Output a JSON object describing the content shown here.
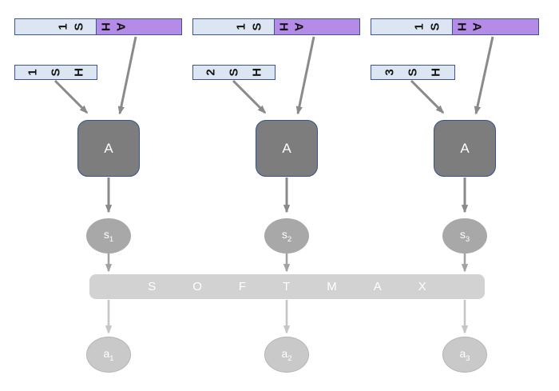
{
  "colors": {
    "background": "#ffffff",
    "bar_light_fill": "#dce6f3",
    "bar_purple_fill": "#b48ce8",
    "bar_border": "#3d5396",
    "bar_text": "#141414",
    "attention_fill": "#7d7d7d",
    "attention_border": "#35518f",
    "attention_text": "#ffffff",
    "score_fill": "#a8a8a8",
    "softmax_fill": "#d2d2d2",
    "softmax_text": "#ffffff",
    "weight_fill": "#c9c9c9",
    "weight_border": "#b5b5b5",
    "arrow_dark": "#8a8a8a",
    "arrow_mid": "#a2a2a2",
    "arrow_light": "#c5c5c5"
  },
  "columns": [
    {
      "top_bar": {
        "light_chars": [
          "1",
          "S"
        ],
        "purple_chars": [
          "H",
          "A"
        ]
      },
      "context_bar": {
        "chars": [
          "1",
          "S",
          "H"
        ]
      },
      "attention_label": "A",
      "score": {
        "base": "s",
        "sub": "1"
      },
      "weight": {
        "base": "a",
        "sub": "1"
      }
    },
    {
      "top_bar": {
        "light_chars": [
          "1",
          "S"
        ],
        "purple_chars": [
          "H",
          "A"
        ]
      },
      "context_bar": {
        "chars": [
          "2",
          "S",
          "H"
        ]
      },
      "attention_label": "A",
      "score": {
        "base": "s",
        "sub": "2"
      },
      "weight": {
        "base": "a",
        "sub": "2"
      }
    },
    {
      "top_bar": {
        "light_chars": [
          "1",
          "S"
        ],
        "purple_chars": [
          "H",
          "A"
        ]
      },
      "context_bar": {
        "chars": [
          "3",
          "S",
          "H"
        ]
      },
      "attention_label": "A",
      "score": {
        "base": "s",
        "sub": "3"
      },
      "weight": {
        "base": "a",
        "sub": "3"
      }
    }
  ],
  "softmax": {
    "label": "SOFTMAX"
  }
}
